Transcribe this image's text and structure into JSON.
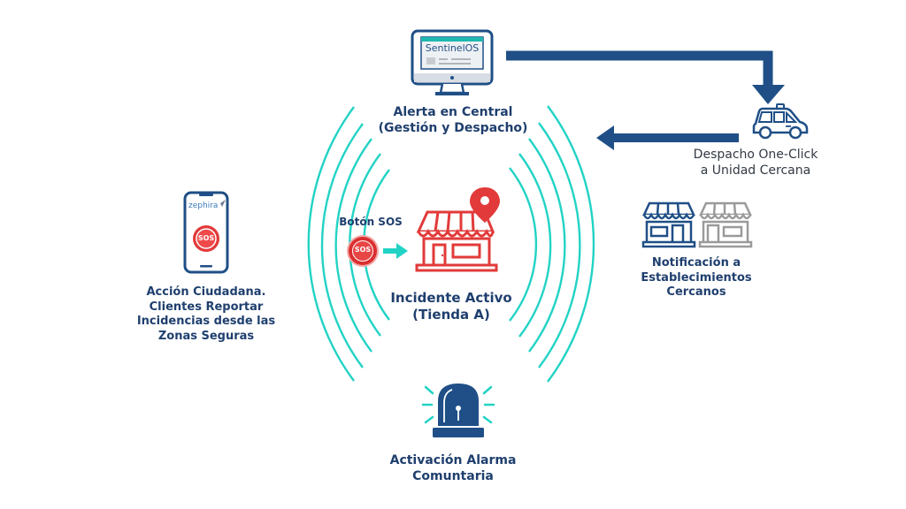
{
  "diagram": {
    "nodes": {
      "central": {
        "screen_text": "SentinelOS",
        "label_lines": [
          "Alerta en Central",
          "(Gestión y Despacho)"
        ],
        "icon": "monitor-icon"
      },
      "dispatch": {
        "label_lines": [
          "Despacho One-Click",
          "a Unidad Cercana"
        ],
        "icon": "patrol-car-icon"
      },
      "citizen": {
        "app_name": "zephira",
        "sos_text": "SOS",
        "label_lines": [
          "Acción Ciudadana.",
          "Clientes Reportar",
          "Incidencias desde las",
          "Zonas Seguras"
        ],
        "icon": "smartphone-icon"
      },
      "incident": {
        "sos_button_label": "Botón SOS",
        "sos_text": "SOS",
        "label_lines": [
          "Incidente Activo",
          "(Tienda A)"
        ],
        "icon": "store-with-pin-icon"
      },
      "nearby": {
        "label_lines": [
          "Notificación a",
          "Establecimientos",
          "Cercanos"
        ],
        "icon": "two-stores-icon"
      },
      "alarm": {
        "label_lines": [
          "Activación Alarma",
          "Comuntaria"
        ],
        "icon": "siren-icon"
      }
    },
    "edges": [
      {
        "from": "central",
        "to": "dispatch",
        "style": "bent-arrow"
      },
      {
        "from": "dispatch",
        "to": "central",
        "style": "straight-arrow"
      },
      {
        "from": "sos-button",
        "to": "incident",
        "style": "short-arrow"
      }
    ],
    "colors": {
      "navy": "#1f4f86",
      "text": "#1f3f6e",
      "teal": "#22d3c5",
      "red": "#e23a3a",
      "gray": "#9a9a9a"
    }
  }
}
